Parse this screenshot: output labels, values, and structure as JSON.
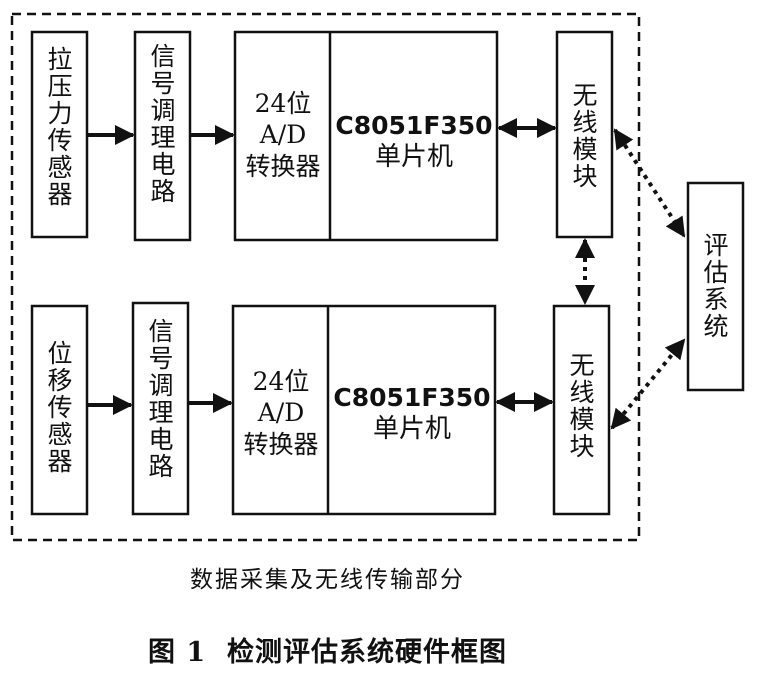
{
  "channel1": {
    "sensor": "拉压力传感器",
    "conditioning": "信号调理电路",
    "adc": {
      "line1": "24位",
      "line2": "A/D",
      "line3": "转换器"
    },
    "mcu": {
      "line1": "C8051F350",
      "line2": "单片机"
    },
    "wireless": "无线模块"
  },
  "channel2": {
    "sensor": "位移传感器",
    "conditioning": "信号调理电路",
    "adc": {
      "line1": "24位",
      "line2": "A/D",
      "line3": "转换器"
    },
    "mcu": {
      "line1": "C8051F350",
      "line2": "单片机"
    },
    "wireless": "无线模块"
  },
  "evaluation": "评估系统",
  "group_label": "数据采集及无线传输部分",
  "figure_caption": "图 1  检测评估系统硬件框图"
}
